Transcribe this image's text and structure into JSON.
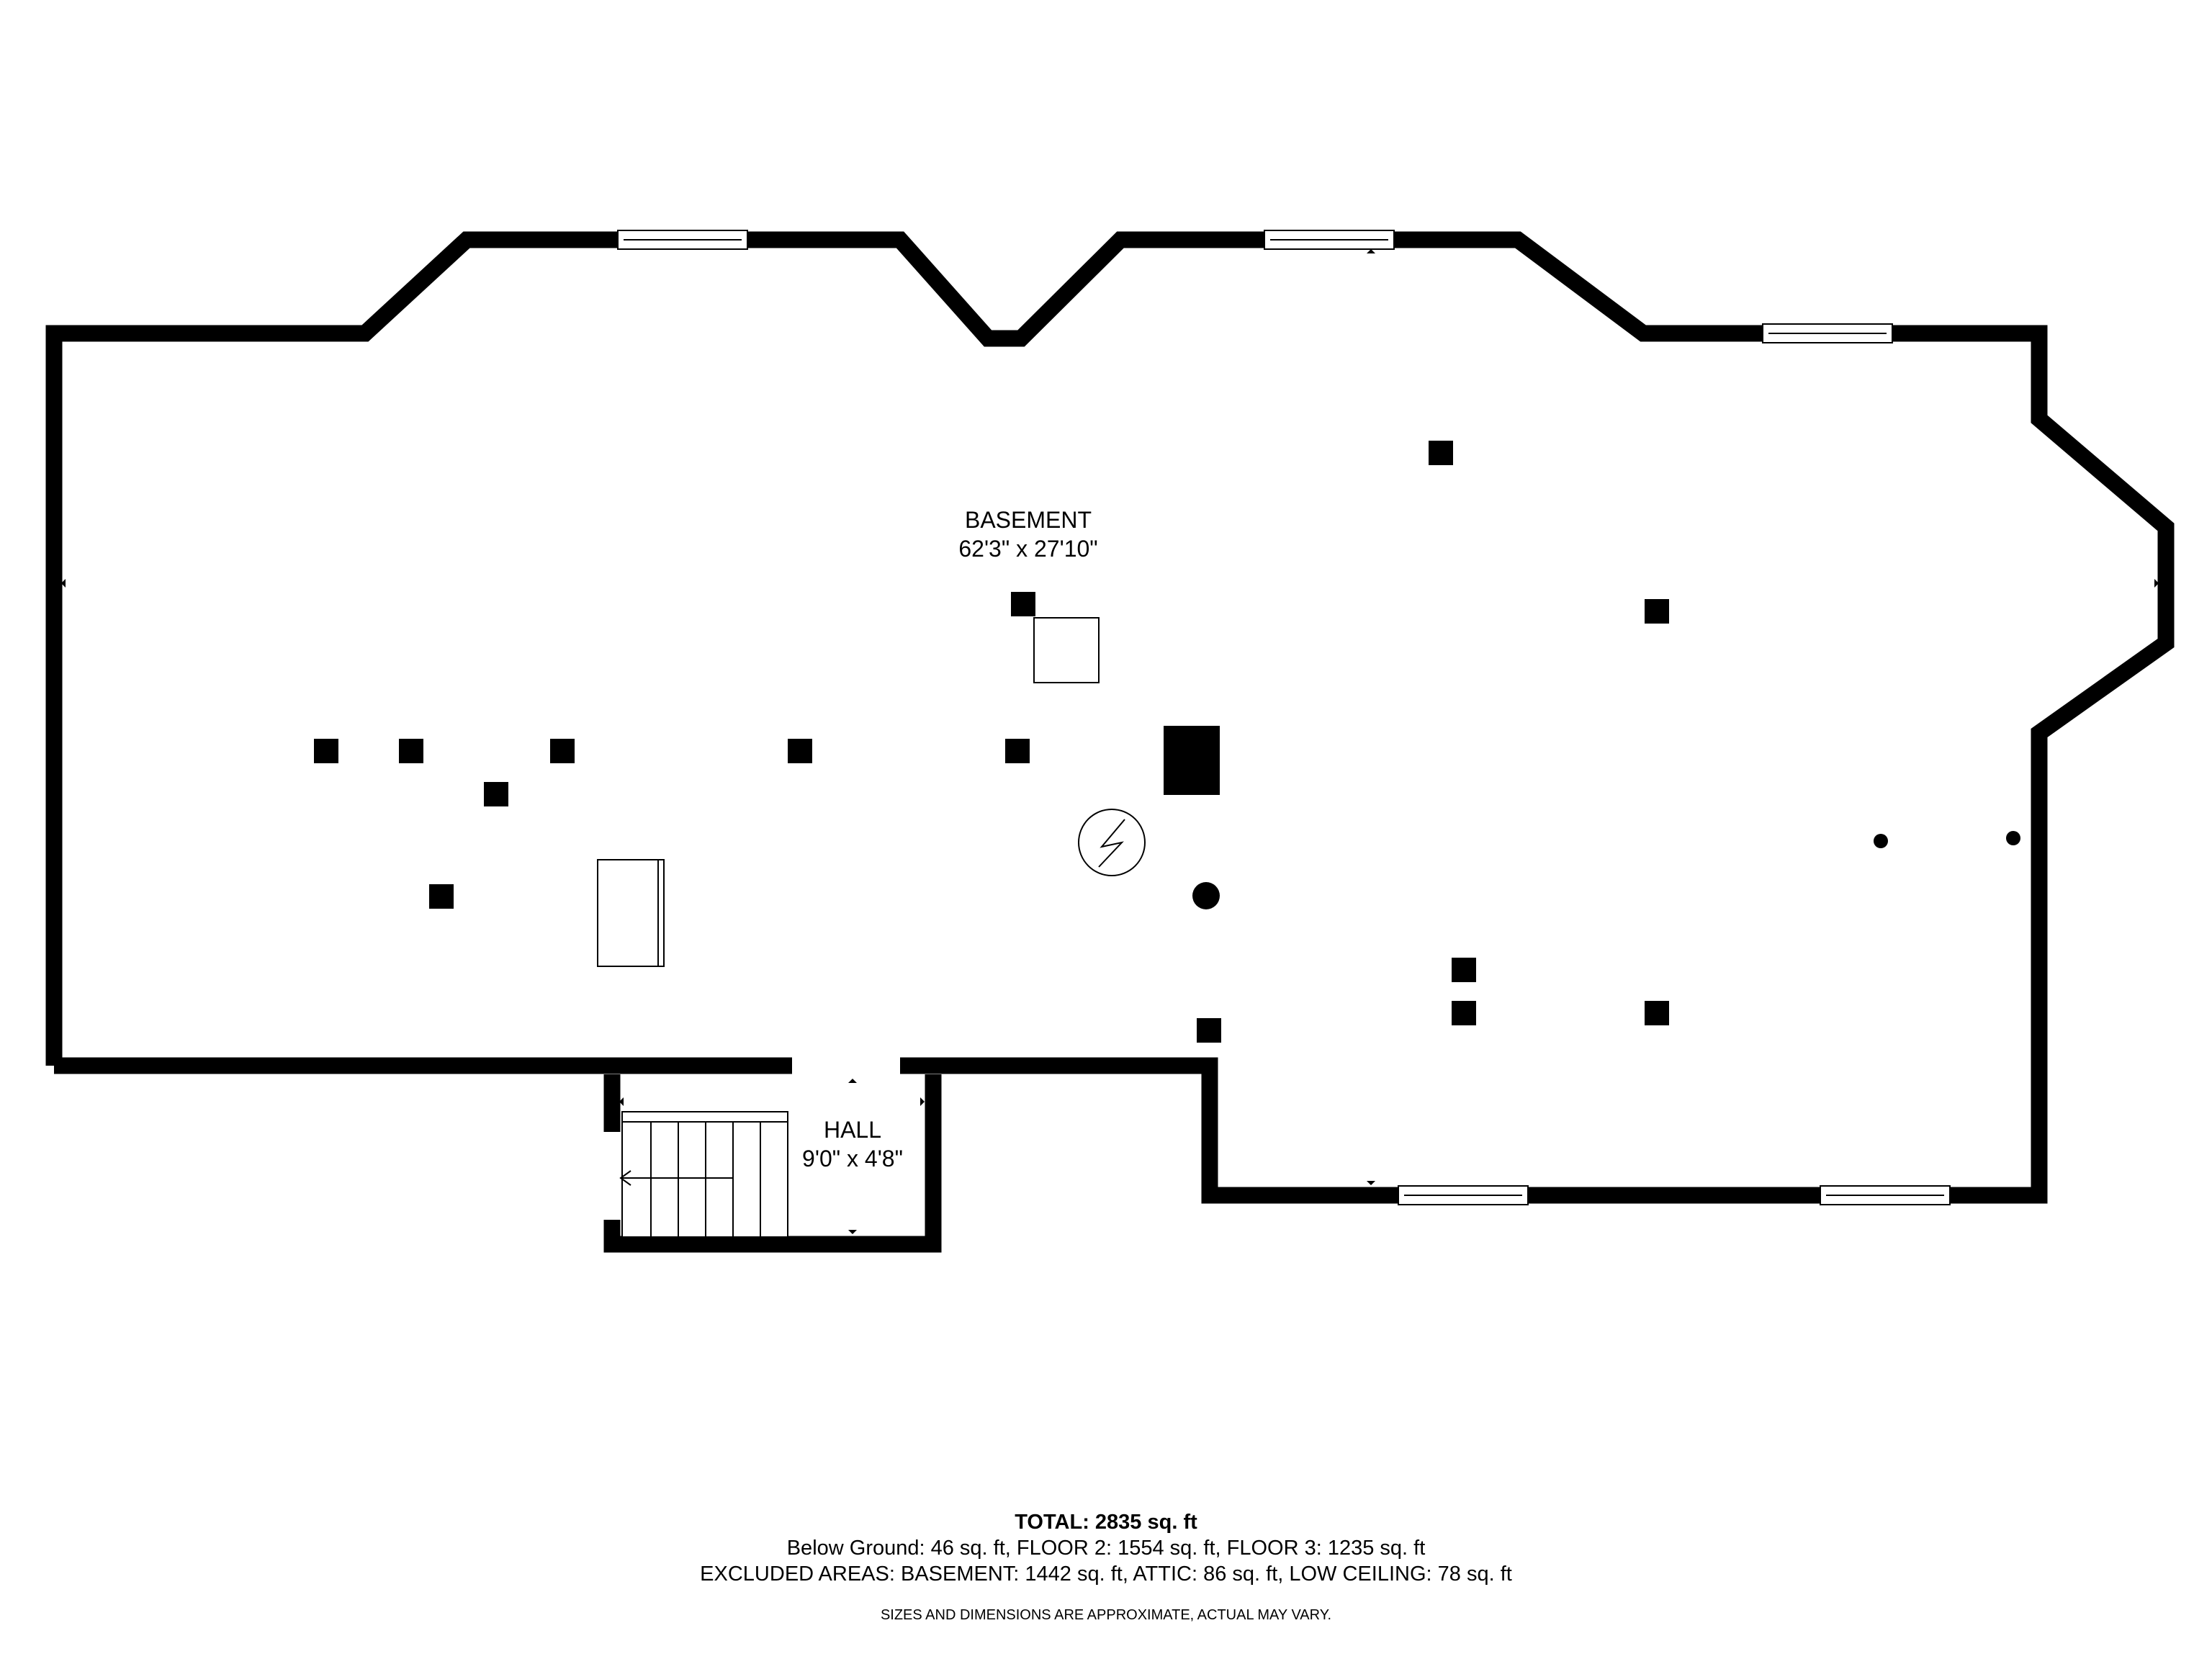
{
  "rooms": {
    "basement": {
      "name": "BASEMENT",
      "dimensions": "62'3\" x 27'10\""
    },
    "hall": {
      "name": "HALL",
      "dimensions": "9'0\" x 4'8\""
    }
  },
  "footer": {
    "total": "TOTAL: 2835 sq. ft",
    "line1": "Below Ground: 46 sq. ft, FLOOR 2: 1554 sq. ft, FLOOR 3: 1235 sq. ft",
    "line2": "EXCLUDED AREAS: BASEMENT: 1442 sq. ft, ATTIC: 86 sq. ft, LOW CEILING: 78 sq. ft",
    "note": "SIZES AND DIMENSIONS ARE APPROXIMATE, ACTUAL MAY VARY."
  },
  "colors": {
    "wall": "#000000",
    "background": "#ffffff"
  }
}
